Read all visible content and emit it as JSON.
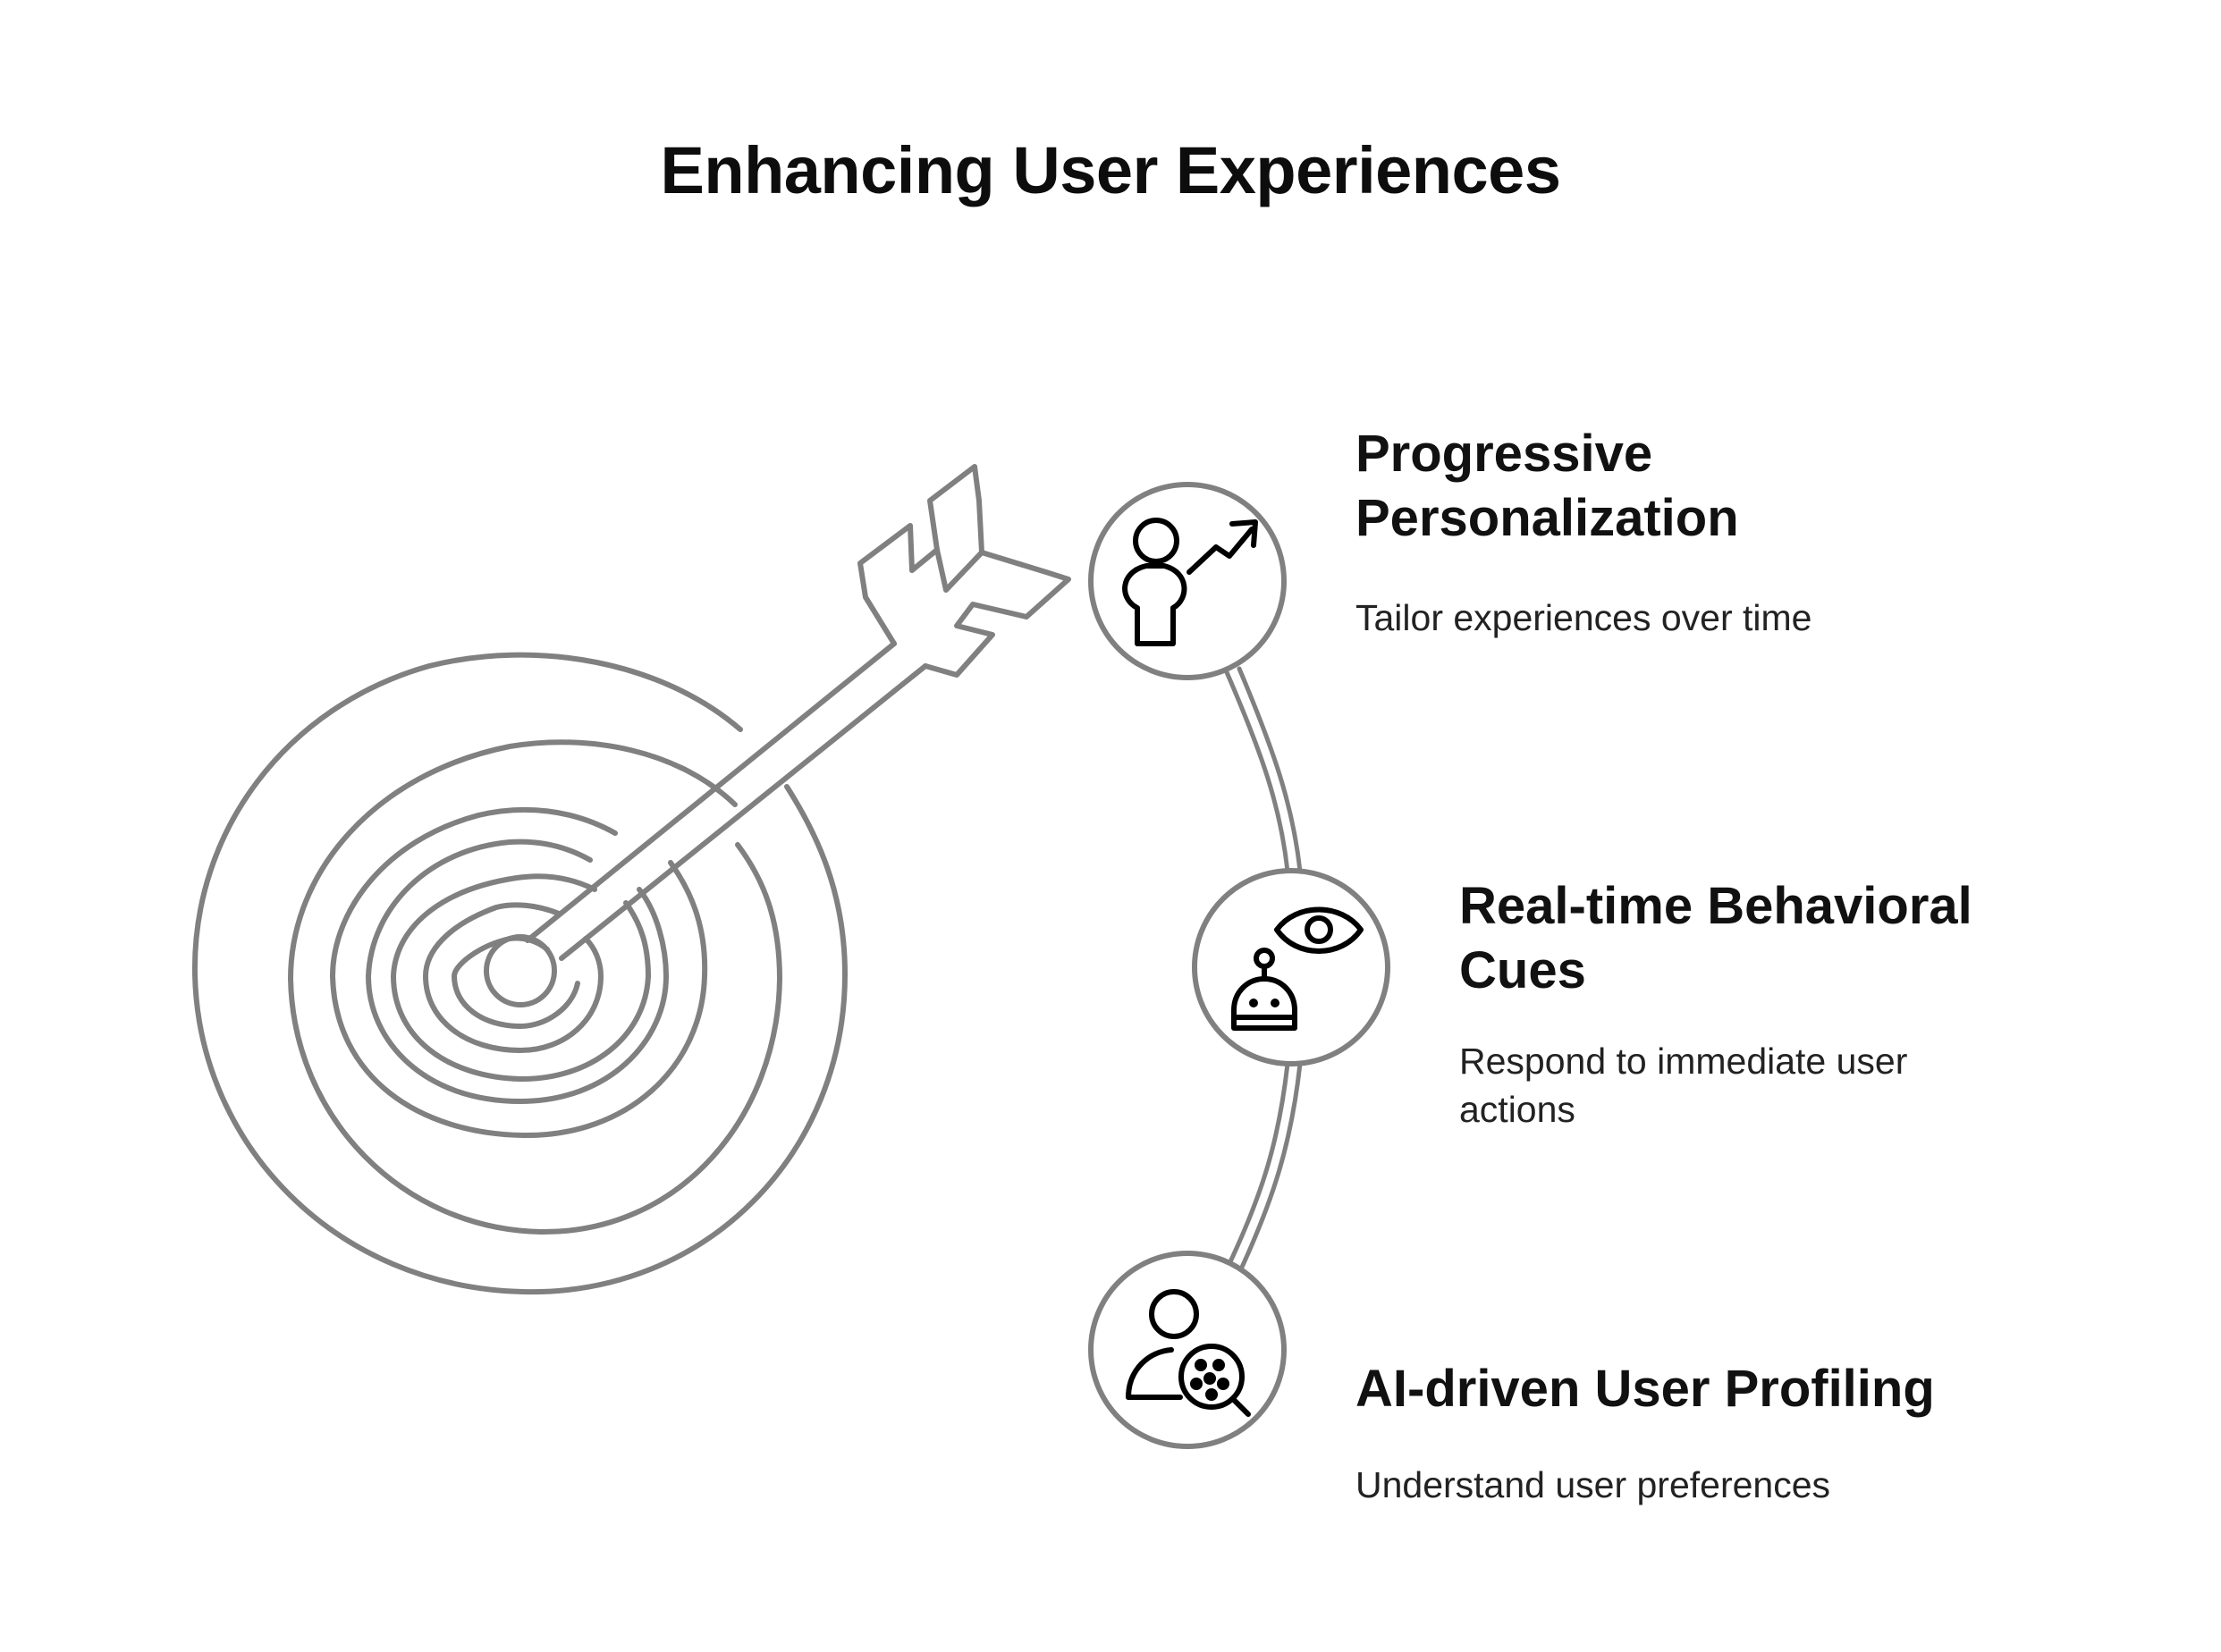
{
  "title": "Enhancing User Experiences",
  "colors": {
    "stroke": "#808080",
    "icon": "#000000",
    "text": "#111111",
    "background": "#ffffff"
  },
  "target_icon": "archery-target-with-arrow-icon",
  "stages": [
    {
      "title": "Progressive\nPersonalization",
      "description": "Tailor experiences over time",
      "icon": "person-growth-icon"
    },
    {
      "title": "Real-time Behavioral\nCues",
      "description": "Respond to immediate user actions",
      "icon": "robot-eye-icon"
    },
    {
      "title": "AI-driven User Profiling",
      "description": "Understand user preferences",
      "icon": "user-search-icon"
    }
  ]
}
